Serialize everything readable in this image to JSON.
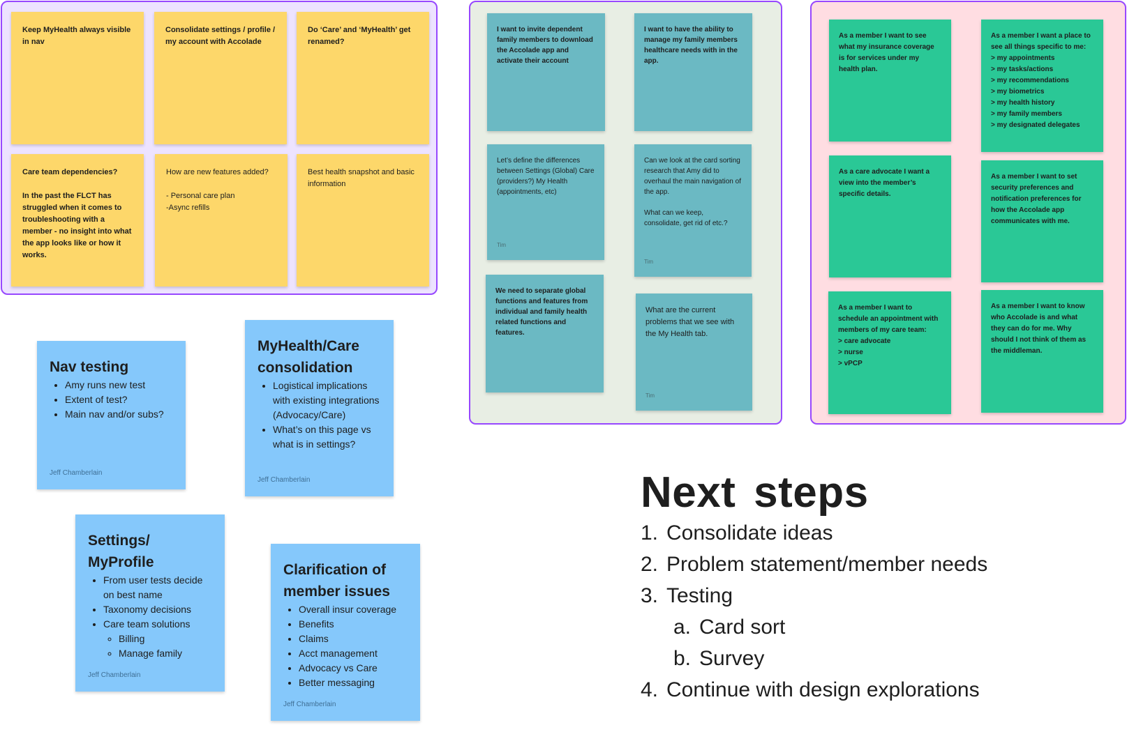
{
  "sections": {
    "yellow_stickies": [
      {
        "text": "Keep MyHealth always visible in nav"
      },
      {
        "text": "Consolidate settings / profile / my account with Accolade"
      },
      {
        "text": "Do ‘Care’ and ‘MyHealth’ get renamed?"
      },
      {
        "text": "Care team dependencies?\n\nIn the past the FLCT has struggled when it comes to troubleshooting with a member - no insight into what the app looks like or how it works."
      },
      {
        "text": "How are new features added?\n\n- Personal care plan\n-Async refills"
      },
      {
        "text": "Best health snapshot and basic information"
      }
    ],
    "teal_stickies": [
      {
        "text": "I want to invite dependent family members to download the Accolade app and activate their account",
        "author": ""
      },
      {
        "text": "I want to have the ability to manage my family members healthcare needs with in the app.",
        "author": ""
      },
      {
        "text": "Let’s define the differences between Settings (Global) Care (providers?) My Health (appointments, etc)",
        "author": "Tim"
      },
      {
        "text": "Can we look at the card sorting research that Amy did to overhaul the main navigation of the app.\n\nWhat can we keep, consolidate, get rid of etc.?",
        "author": "Tim"
      },
      {
        "text": "We need to separate global functions and features from individual and family health related functions and features.",
        "author": ""
      },
      {
        "text": "What are the current problems that we see with the My Health tab.",
        "author": "Tim"
      }
    ],
    "green_stickies": [
      {
        "text": "As a member I want to see what my insurance coverage is for services under my health plan."
      },
      {
        "text": "As a member I want a place to see all things specific to me:\n> my appointments\n> my tasks/actions\n> my recommendations\n> my biometrics\n> my health history\n> my family members\n> my designated delegates"
      },
      {
        "text": "As a care advocate I want a view into the member’s specific details."
      },
      {
        "text": "As a member I want to set security preferences and notification preferences for how the Accolade app communicates with me."
      },
      {
        "text": "As a member I want to schedule an appointment with members of my care team:\n> care advocate\n> nurse\n> vPCP"
      },
      {
        "text": "As a member I want to know who Accolade is and what they can do for me. Why should I not think of them as the middleman."
      }
    ]
  },
  "blue_stickies": {
    "nav": {
      "title": "Nav testing",
      "items": [
        "Amy runs new test",
        "Extent of test?",
        "Main nav and/or subs?"
      ],
      "author": "Jeff Chamberlain"
    },
    "myhealth": {
      "title": "MyHealth/Care consolidation",
      "items": [
        "Logistical implications with existing integrations (Advocacy/Care)",
        "What’s on this page vs what is in settings?"
      ],
      "author": "Jeff Chamberlain"
    },
    "settings": {
      "title": "Settings/ MyProfile",
      "items": [
        "From user tests decide on best name",
        "Taxonomy decisions",
        "Care team solutions"
      ],
      "subitems": [
        "Billing",
        "Manage family"
      ],
      "author": "Jeff Chamberlain"
    },
    "clarification": {
      "title": "Clarification of member issues",
      "items": [
        "Overall insur coverage",
        "Benefits",
        "Claims",
        "Acct management",
        "Advocacy vs Care",
        "Better messaging"
      ],
      "author": "Jeff Chamberlain"
    }
  },
  "next_steps": {
    "title": "Next  steps",
    "steps": [
      {
        "num": "1.",
        "text": "Consolidate ideas"
      },
      {
        "num": "2.",
        "text": "Problem statement/member needs"
      },
      {
        "num": "3.",
        "text": "Testing"
      },
      {
        "num": "a.",
        "text": "Card sort"
      },
      {
        "num": "b.",
        "text": "Survey"
      },
      {
        "num": "4.",
        "text": "Continue with design explorations"
      }
    ]
  },
  "colors": {
    "section_border": "#9747ff",
    "yellow_section_bg": "#ede3ff",
    "teal_section_bg": "#e8eee4",
    "pink_section_bg": "#ffdde2",
    "yellow_sticky": "#fdd76a",
    "teal_sticky": "#6bb9c3",
    "green_sticky": "#2ac896",
    "blue_sticky": "#85c8fb"
  }
}
